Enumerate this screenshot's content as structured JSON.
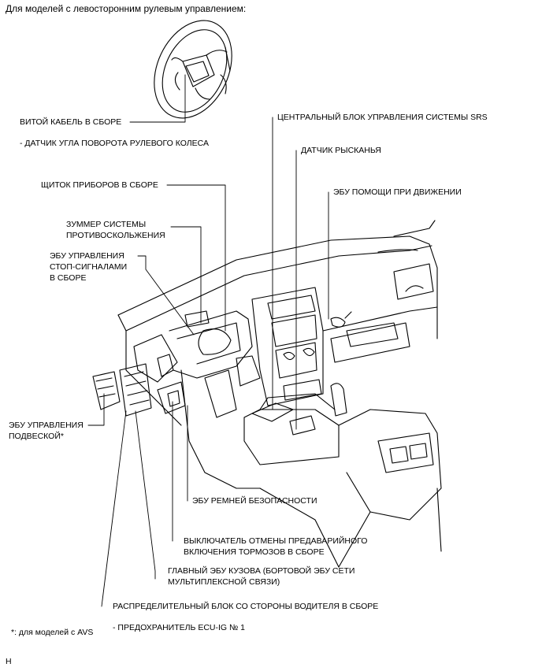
{
  "title": "Для моделей с левосторонним рулевым управлением:",
  "labels": {
    "spiral_cable": "ВИТОЙ КАБЕЛЬ В СБОРЕ",
    "steering_sensor": "- ДАТЧИК УГЛА ПОВОРОТА РУЛЕВОГО КОЛЕСА",
    "srs_center": "ЦЕНТРАЛЬНЫЙ БЛОК УПРАВЛЕНИЯ СИСТЕМЫ SRS",
    "yaw_sensor": "ДАТЧИК РЫСКАНЬЯ",
    "combination_meter": "ЩИТОК ПРИБОРОВ В СБОРЕ",
    "driving_support": "ЭБУ ПОМОЩИ ПРИ ДВИЖЕНИИ",
    "buzzer_line1": "ЗУММЕР СИСТЕМЫ",
    "buzzer_line2": "ПРОТИВОСКОЛЬЖЕНИЯ",
    "stop_ecu_line1": "ЭБУ УПРАВЛЕНИЯ",
    "stop_ecu_line2": "СТОП-СИГНАЛАМИ",
    "stop_ecu_line3": "В СБОРЕ",
    "suspension_line1": "ЭБУ УПРАВЛЕНИЯ",
    "suspension_line2": "ПОДВЕСКОЙ*",
    "seatbelt_ecu": "ЭБУ РЕМНЕЙ БЕЗОПАСНОСТИ",
    "precrash_line1": "ВЫКЛЮЧАТЕЛЬ ОТМЕНЫ ПРЕДАВАРИЙНОГО",
    "precrash_line2": "ВКЛЮЧЕНИЯ ТОРМОЗОВ В СБОРЕ",
    "body_ecu_line1": "ГЛАВНЫЙ ЭБУ КУЗОВА (БОРТОВОЙ ЭБУ СЕТИ",
    "body_ecu_line2": "МУЛЬТИПЛЕКСНОЙ СВЯЗИ)",
    "junction_block": "РАСПРЕДЕЛИТЕЛЬНЫЙ БЛОК СО СТОРОНЫ ВОДИТЕЛЯ В СБОРЕ",
    "fuse": "- ПРЕДОХРАНИТЕЛЬ ECU-IG № 1",
    "footnote": "*: для моделей с AVS",
    "corner_mark": "H"
  }
}
